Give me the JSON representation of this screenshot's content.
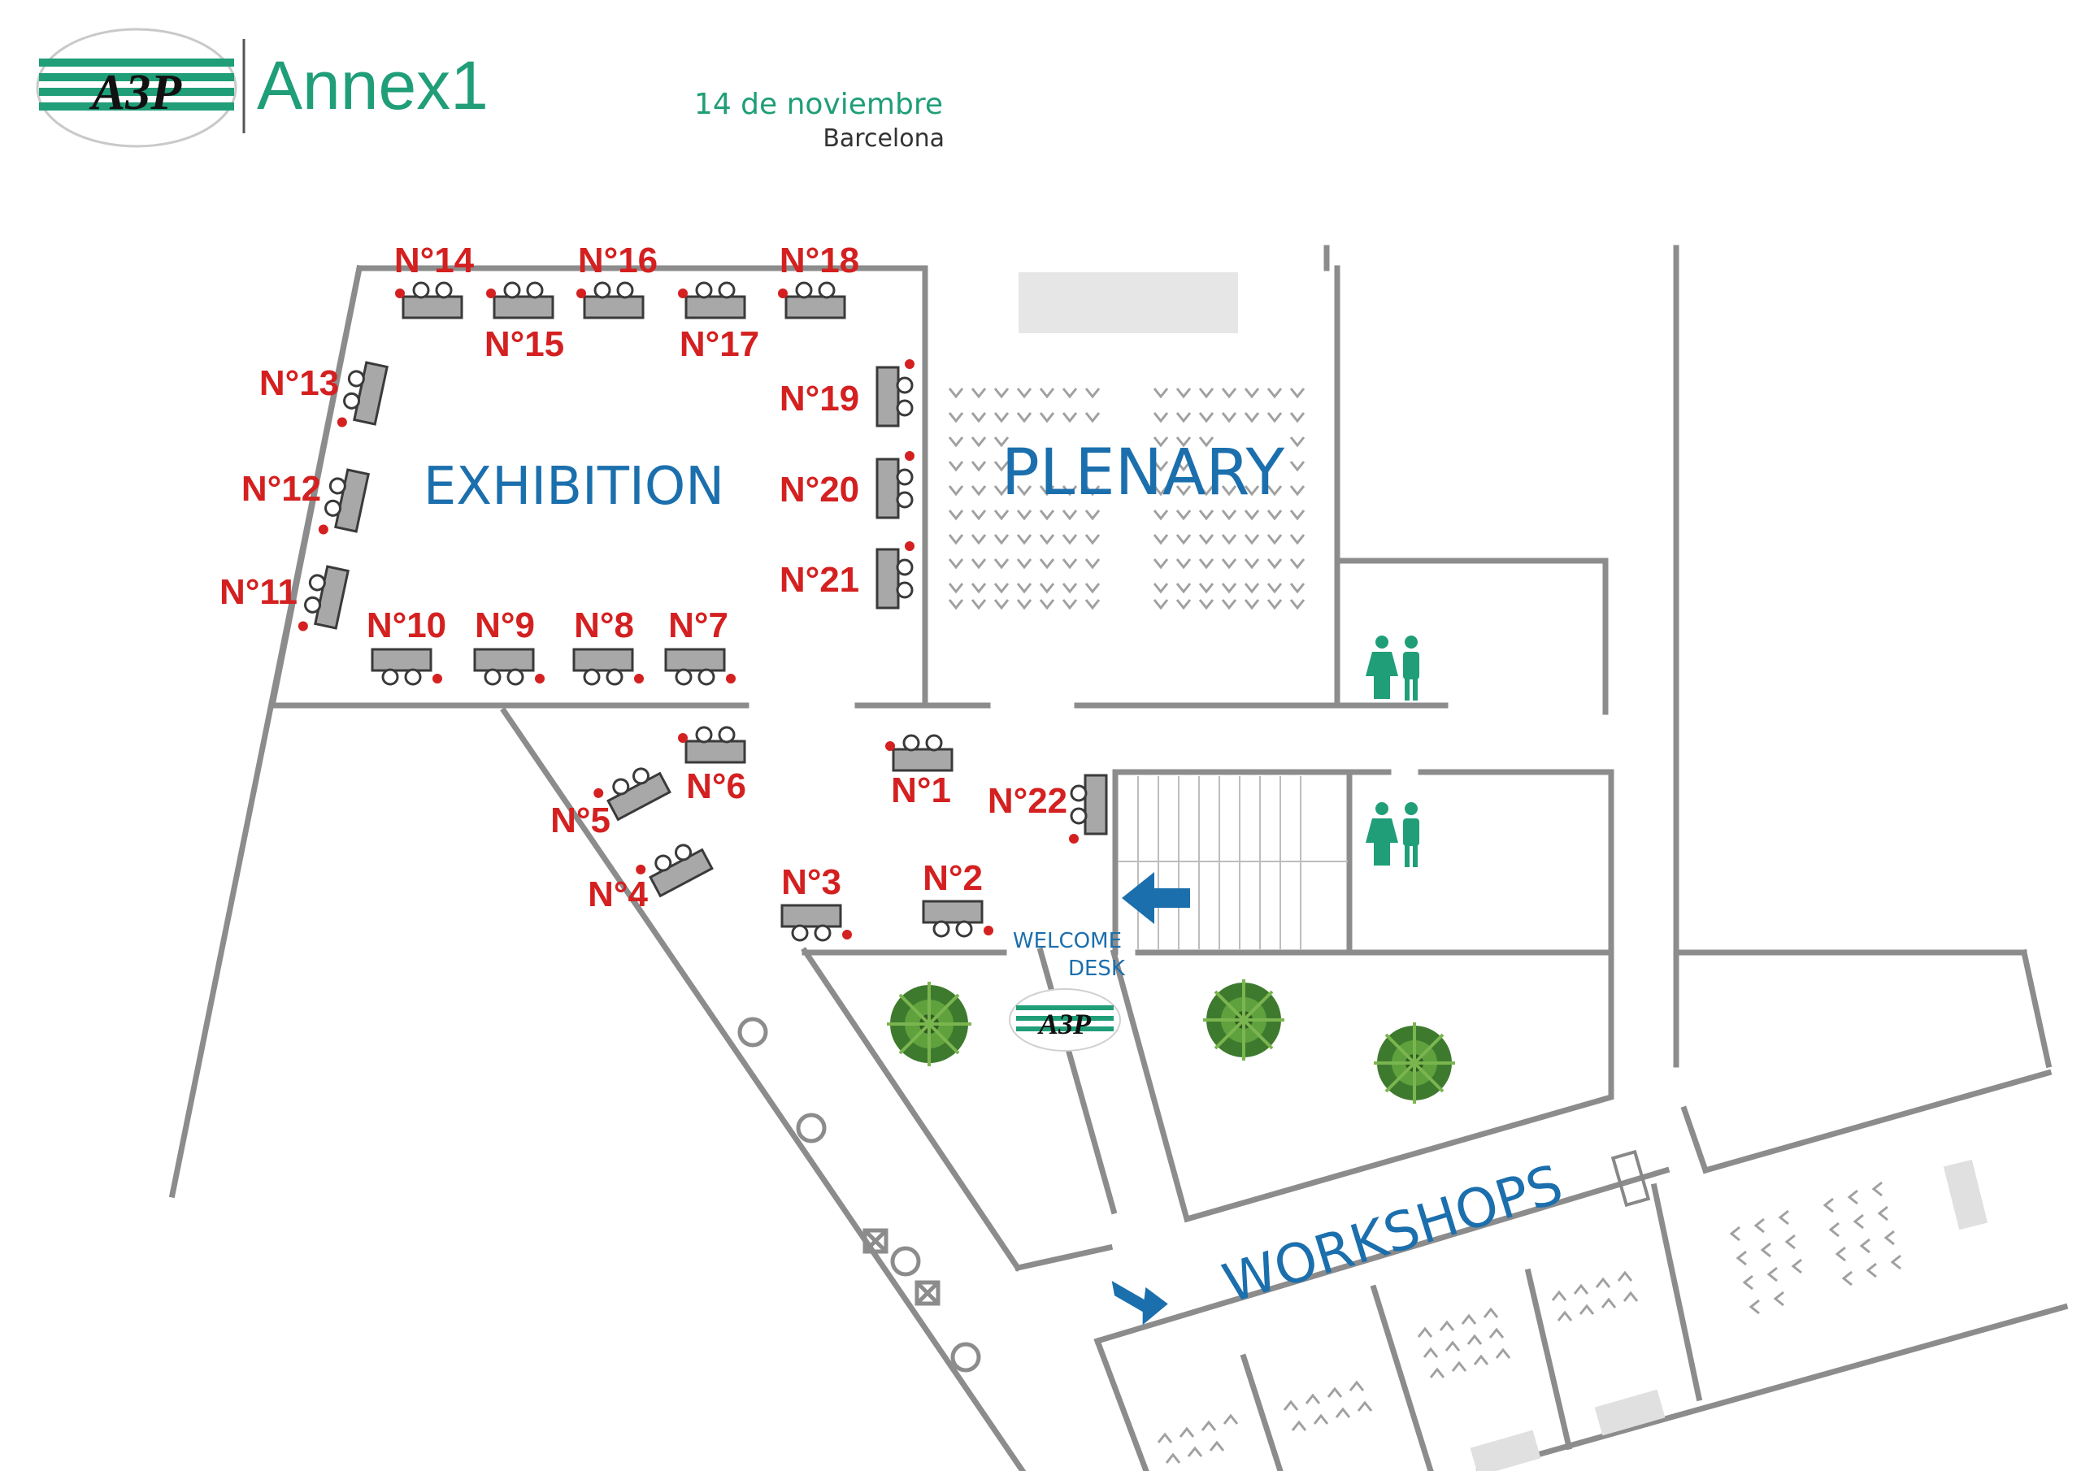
{
  "header": {
    "logo_text": "A3P",
    "title": "Annex1",
    "date": "14 de noviembre",
    "city": "Barcelona"
  },
  "zones": {
    "exhibition": "EXHIBITION",
    "plenary": "PLENARY",
    "workshops": "WORKSHOPS",
    "welcome_line1": "WELCOME",
    "welcome_line2": "DESK"
  },
  "stands": [
    "N°1",
    "N°2",
    "N°3",
    "N°4",
    "N°5",
    "N°6",
    "N°7",
    "N°8",
    "N°9",
    "N°10",
    "N°11",
    "N°12",
    "N°13",
    "N°14",
    "N°15",
    "N°16",
    "N°17",
    "N°18",
    "N°19",
    "N°20",
    "N°21",
    "N°22"
  ],
  "icons": [
    "restroom-icon",
    "arrow-icon",
    "plant-icon",
    "pillar-icon"
  ],
  "colors": {
    "brand_green": "#1f9e78",
    "stand_red": "#d42020",
    "zone_blue": "#1b6fad",
    "wall_gray": "#8c8c8c"
  }
}
